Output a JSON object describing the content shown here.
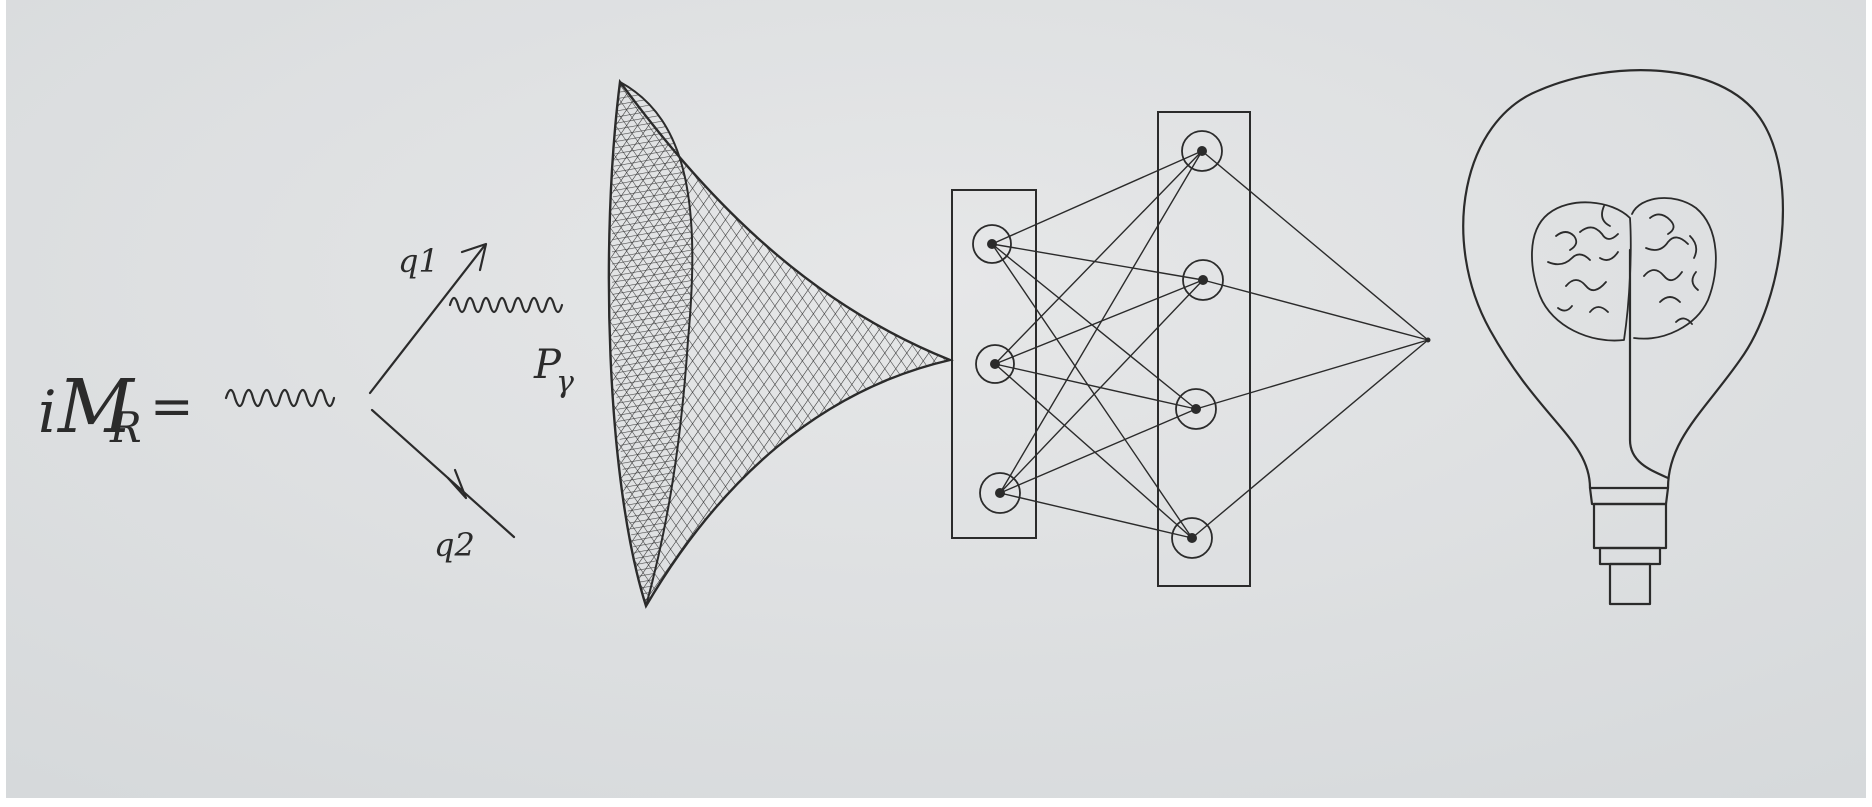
{
  "colors": {
    "paper": "#e3e5e6",
    "paper_shadow": "#d3d6d8",
    "ink": "#2b2b2b"
  },
  "feynman_diagram": {
    "amplitude_lhs_i": "i",
    "amplitude_lhs_M": "M",
    "amplitude_lhs_subscript": "R",
    "equals": "=",
    "label_q1": "q1",
    "label_q2": "q2",
    "label_p": "P",
    "label_gamma": "γ"
  },
  "neural_network": {
    "input_layer_nodes": 3,
    "hidden_layer_nodes": 4,
    "output_nodes": 1
  },
  "icons": [
    "hatched-cone-icon",
    "lightbulb-brain-icon"
  ]
}
